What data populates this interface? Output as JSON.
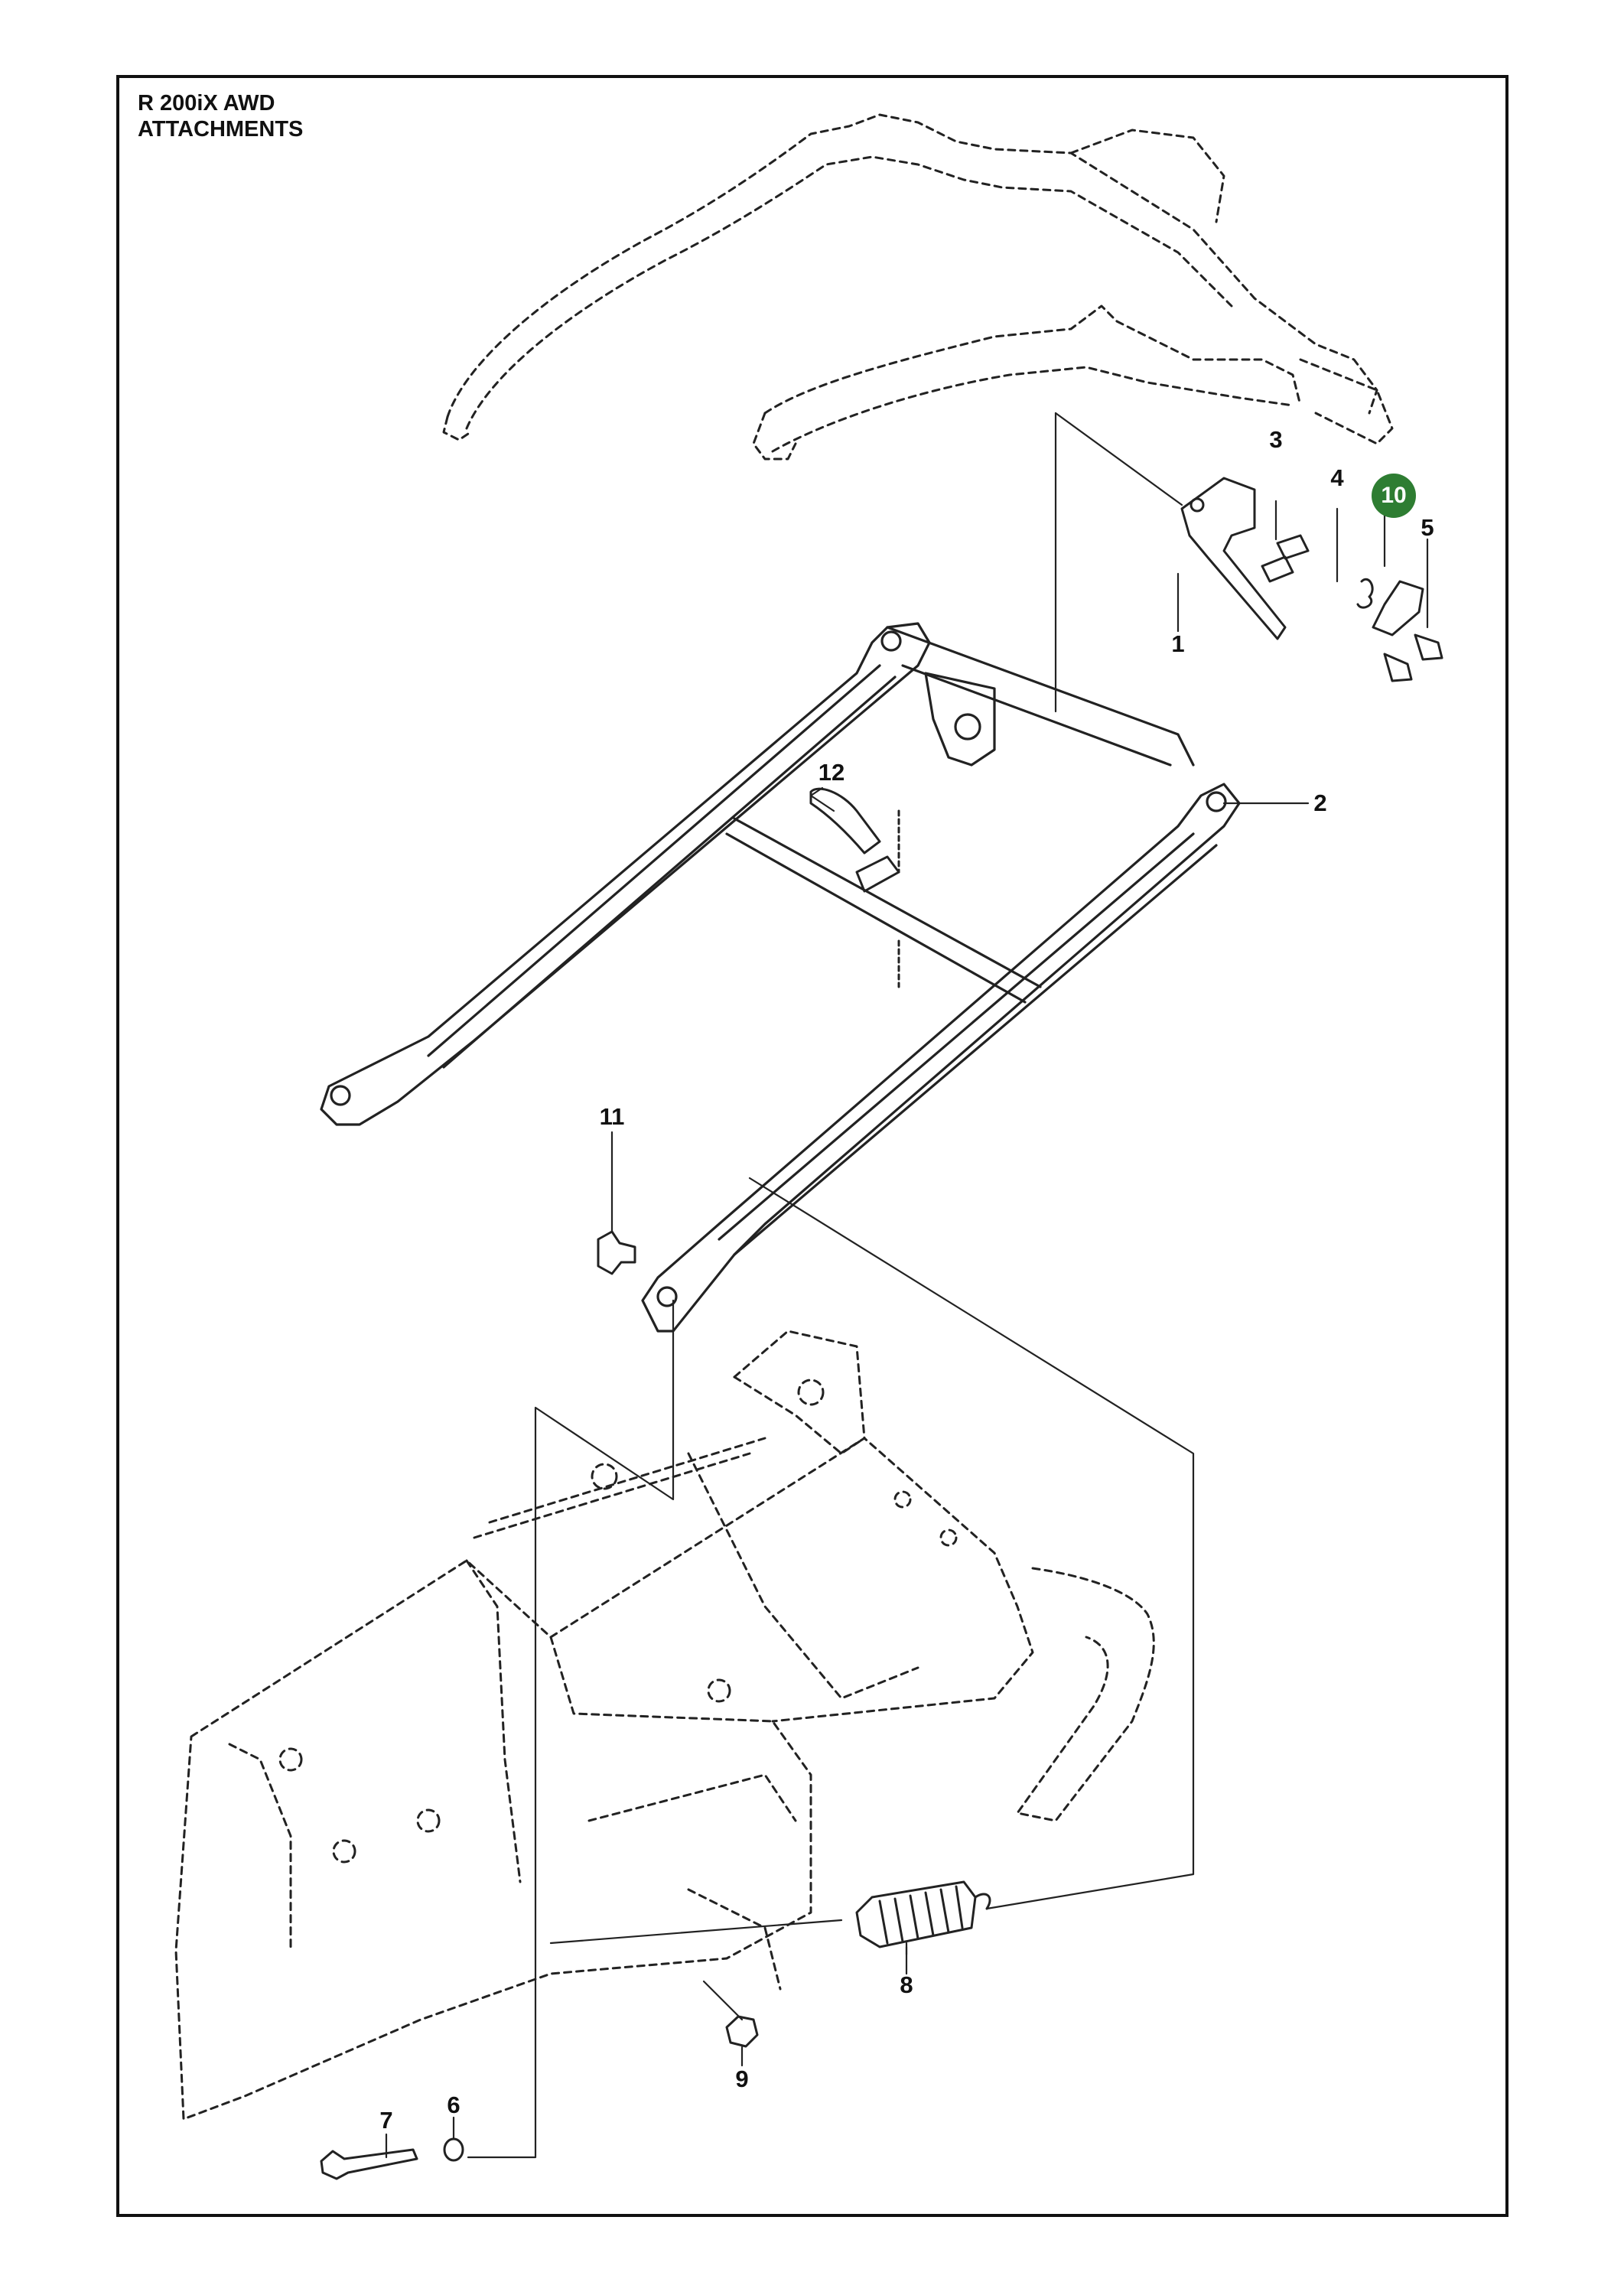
{
  "header": {
    "model": "R 200iX AWD",
    "section": "ATTACHMENTS"
  },
  "highlight_color": "#2e7d32",
  "callouts": [
    {
      "id": "1",
      "label": "1"
    },
    {
      "id": "2",
      "label": "2"
    },
    {
      "id": "3",
      "label": "3"
    },
    {
      "id": "4",
      "label": "4"
    },
    {
      "id": "5",
      "label": "5"
    },
    {
      "id": "6",
      "label": "6"
    },
    {
      "id": "7",
      "label": "7"
    },
    {
      "id": "8",
      "label": "8"
    },
    {
      "id": "9",
      "label": "9"
    },
    {
      "id": "10",
      "label": "10",
      "highlighted": true
    },
    {
      "id": "11",
      "label": "11"
    },
    {
      "id": "12",
      "label": "12"
    }
  ]
}
